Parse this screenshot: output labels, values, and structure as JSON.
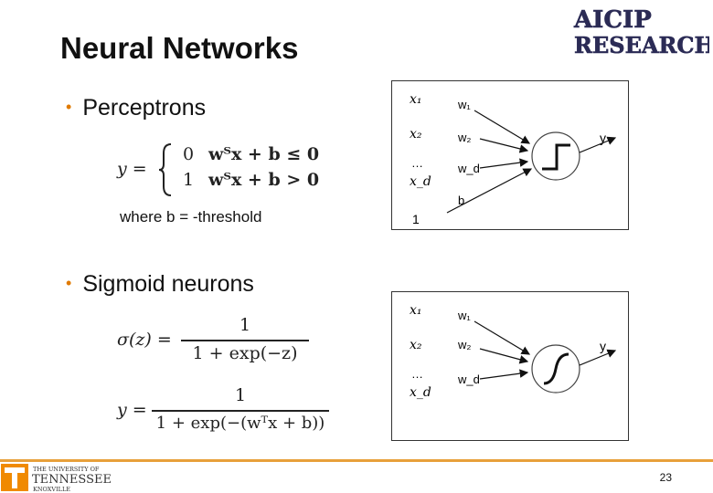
{
  "slide": {
    "title": "Neural Networks",
    "page_number": "23"
  },
  "logo": {
    "line1": "AICIP",
    "line2": "RESEARCH"
  },
  "footer_logo": {
    "top": "THE UNIVERSITY OF",
    "name": "TENNESSEE",
    "city": "KNOXVILLE",
    "accent_color": "#f08a00"
  },
  "perceptrons": {
    "bullet": "Perceptrons",
    "eq_lhs": "y =",
    "case1_val": "0",
    "case1_cond": "wᵀx + b ≤ 0",
    "case2_val": "1",
    "case2_cond": "wᵀx + b > 0",
    "note": "where b = -threshold",
    "diagram": {
      "x1": "x₁",
      "x2": "x₂",
      "dots": "…",
      "xd": "x_d",
      "w1": "w₁",
      "w2": "w₂",
      "wd": "w_d",
      "b": "b",
      "one": "1",
      "y": "y",
      "activation_icon": "step-function-icon"
    }
  },
  "sigmoid": {
    "bullet": "Sigmoid neurons",
    "eq1_lhs": "σ(z) =",
    "eq1_num": "1",
    "eq1_den": "1 + exp(−z)",
    "eq2_lhs": "y =",
    "eq2_num": "1",
    "eq2_den": "1 + exp(−(wᵀx + b))",
    "diagram": {
      "x1": "x₁",
      "x2": "x₂",
      "dots": "…",
      "xd": "x_d",
      "w1": "w₁",
      "w2": "w₂",
      "wd": "w_d",
      "y": "y",
      "activation_icon": "sigmoid-function-icon"
    }
  },
  "colors": {
    "bullet_dot": "#e07a00",
    "footer_line": "#e8a03a",
    "logo_text": "#2b2b55"
  }
}
